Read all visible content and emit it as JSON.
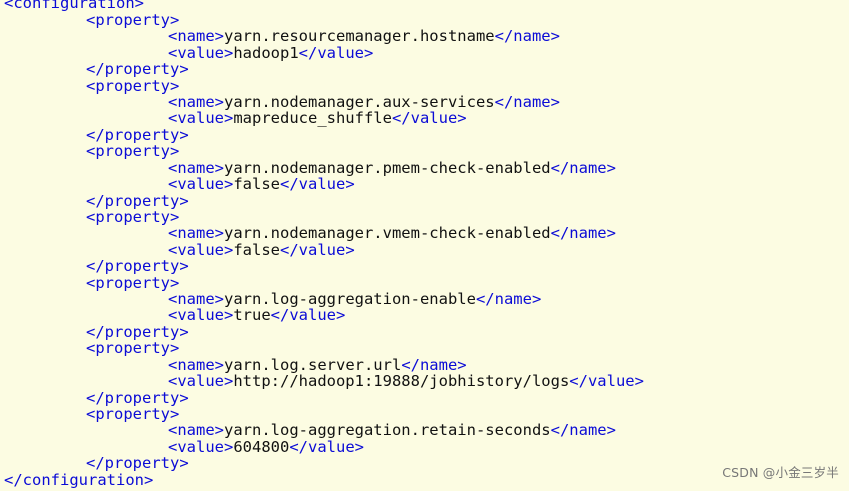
{
  "config": {
    "open_tag": "<configuration>",
    "close_tag": "</configuration>",
    "property_open": "<property>",
    "property_close": "</property>",
    "name_open": "<name>",
    "name_close": "</name>",
    "value_open": "<value>",
    "value_close": "</value>",
    "properties": [
      {
        "name": "yarn.resourcemanager.hostname",
        "value": "hadoop1"
      },
      {
        "name": "yarn.nodemanager.aux-services",
        "value": "mapreduce_shuffle"
      },
      {
        "name": "yarn.nodemanager.pmem-check-enabled",
        "value": "false"
      },
      {
        "name": "yarn.nodemanager.vmem-check-enabled",
        "value": "false"
      },
      {
        "name": "yarn.log-aggregation-enable",
        "value": "true"
      },
      {
        "name": "yarn.log.server.url",
        "value": "http://hadoop1:19888/jobhistory/logs"
      },
      {
        "name": "yarn.log-aggregation.retain-seconds",
        "value": "604800"
      }
    ]
  },
  "watermark": "CSDN @小金三岁半"
}
